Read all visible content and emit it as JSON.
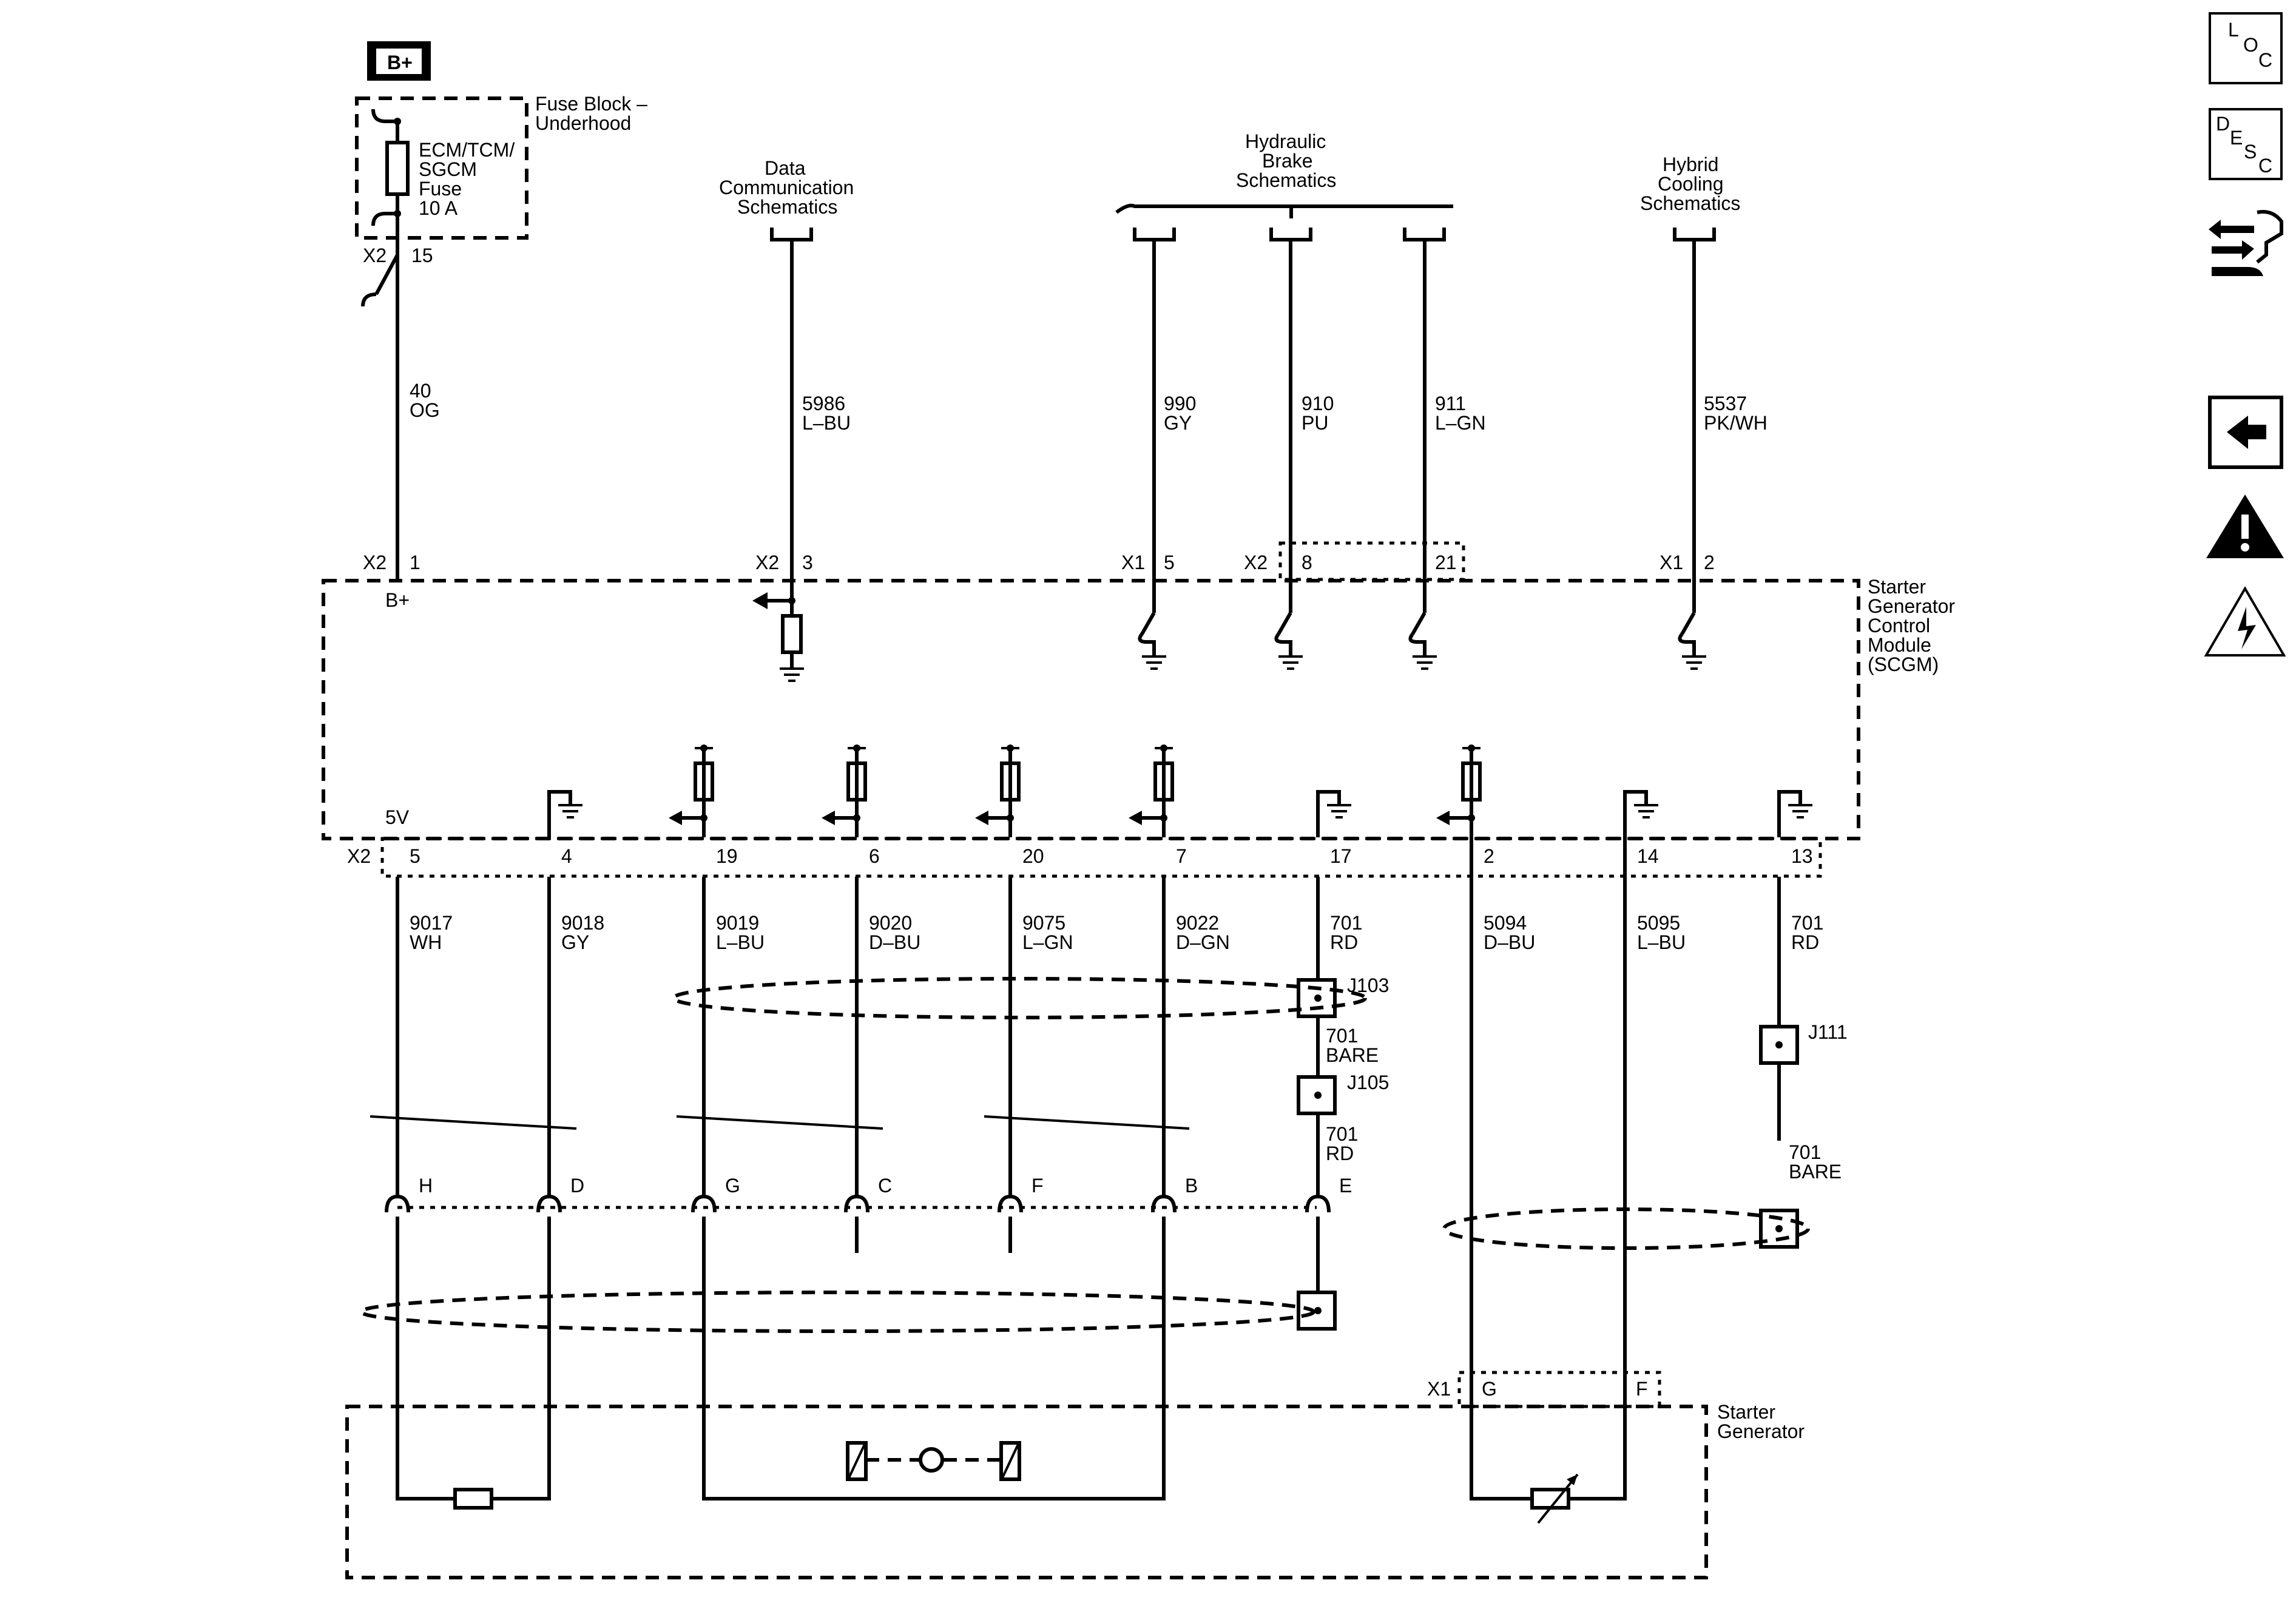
{
  "power": {
    "b_plus": "B+"
  },
  "fuse_block": {
    "title_1": "Fuse Block –",
    "title_2": "Underhood",
    "fuse_1": "ECM/TCM/",
    "fuse_2": "SGCM",
    "fuse_3": "Fuse",
    "fuse_4": "10 A",
    "conn": "X2",
    "pin": "15"
  },
  "refs": {
    "data_comm": [
      "Data",
      "Communication",
      "Schematics"
    ],
    "hydraulic": [
      "Hydraulic",
      "Brake",
      "Schematics"
    ],
    "hybrid": [
      "Hybrid",
      "Cooling",
      "Schematics"
    ]
  },
  "upper_wires": [
    {
      "circuit": "40",
      "color": "OG"
    },
    {
      "circuit": "5986",
      "color": "L–BU"
    },
    {
      "circuit": "990",
      "color": "GY"
    },
    {
      "circuit": "910",
      "color": "PU"
    },
    {
      "circuit": "911",
      "color": "L–GN"
    },
    {
      "circuit": "5537",
      "color": "PK/WH"
    }
  ],
  "upper_conns": [
    {
      "conn": "X2",
      "pin": "1"
    },
    {
      "conn": "X2",
      "pin": "3"
    },
    {
      "conn": "X1",
      "pin": "5"
    },
    {
      "conn": "X2",
      "pin": "8"
    },
    {
      "pin": "21"
    },
    {
      "conn": "X1",
      "pin": "2"
    }
  ],
  "module": {
    "name": [
      "Starter",
      "Generator",
      "Control",
      "Module",
      "(SCGM)"
    ],
    "bplus_label": "B+",
    "five_v": "5V",
    "conn": "X2"
  },
  "lower_wires": [
    {
      "pin": "5",
      "circuit": "9017",
      "color": "WH",
      "cavity": "H"
    },
    {
      "pin": "4",
      "circuit": "9018",
      "color": "GY",
      "cavity": "D"
    },
    {
      "pin": "19",
      "circuit": "9019",
      "color": "L–BU",
      "cavity": "G"
    },
    {
      "pin": "6",
      "circuit": "9020",
      "color": "D–BU",
      "cavity": "C"
    },
    {
      "pin": "20",
      "circuit": "9075",
      "color": "L–GN",
      "cavity": "F"
    },
    {
      "pin": "7",
      "circuit": "9022",
      "color": "D–GN",
      "cavity": "B"
    },
    {
      "pin": "17",
      "circuit": "701",
      "color": "RD",
      "cavity": "E"
    },
    {
      "pin": "2",
      "circuit": "5094",
      "color": "D–BU"
    },
    {
      "pin": "14",
      "circuit": "5095",
      "color": "L–BU"
    },
    {
      "pin": "13",
      "circuit": "701",
      "color": "RD"
    }
  ],
  "splices": {
    "j103": "J103",
    "j105": "J105",
    "j111": "J111",
    "w1": {
      "circuit": "701",
      "color": "BARE"
    },
    "w2": {
      "circuit": "701",
      "color": "RD"
    },
    "w3": {
      "circuit": "701",
      "color": "BARE"
    }
  },
  "starter": {
    "name": [
      "Starter",
      "Generator"
    ],
    "conn": "X1",
    "pin_g": "G",
    "pin_f": "F"
  },
  "side_icons": [
    {
      "name": "loc-icon",
      "letters": [
        "L",
        "O",
        "C"
      ]
    },
    {
      "name": "desc-icon",
      "letters": [
        "D",
        "E",
        "S",
        "C"
      ]
    },
    {
      "name": "connector-tool-icon"
    },
    {
      "name": "back-arrow-icon"
    },
    {
      "name": "warning-icon"
    },
    {
      "name": "high-voltage-icon"
    }
  ]
}
